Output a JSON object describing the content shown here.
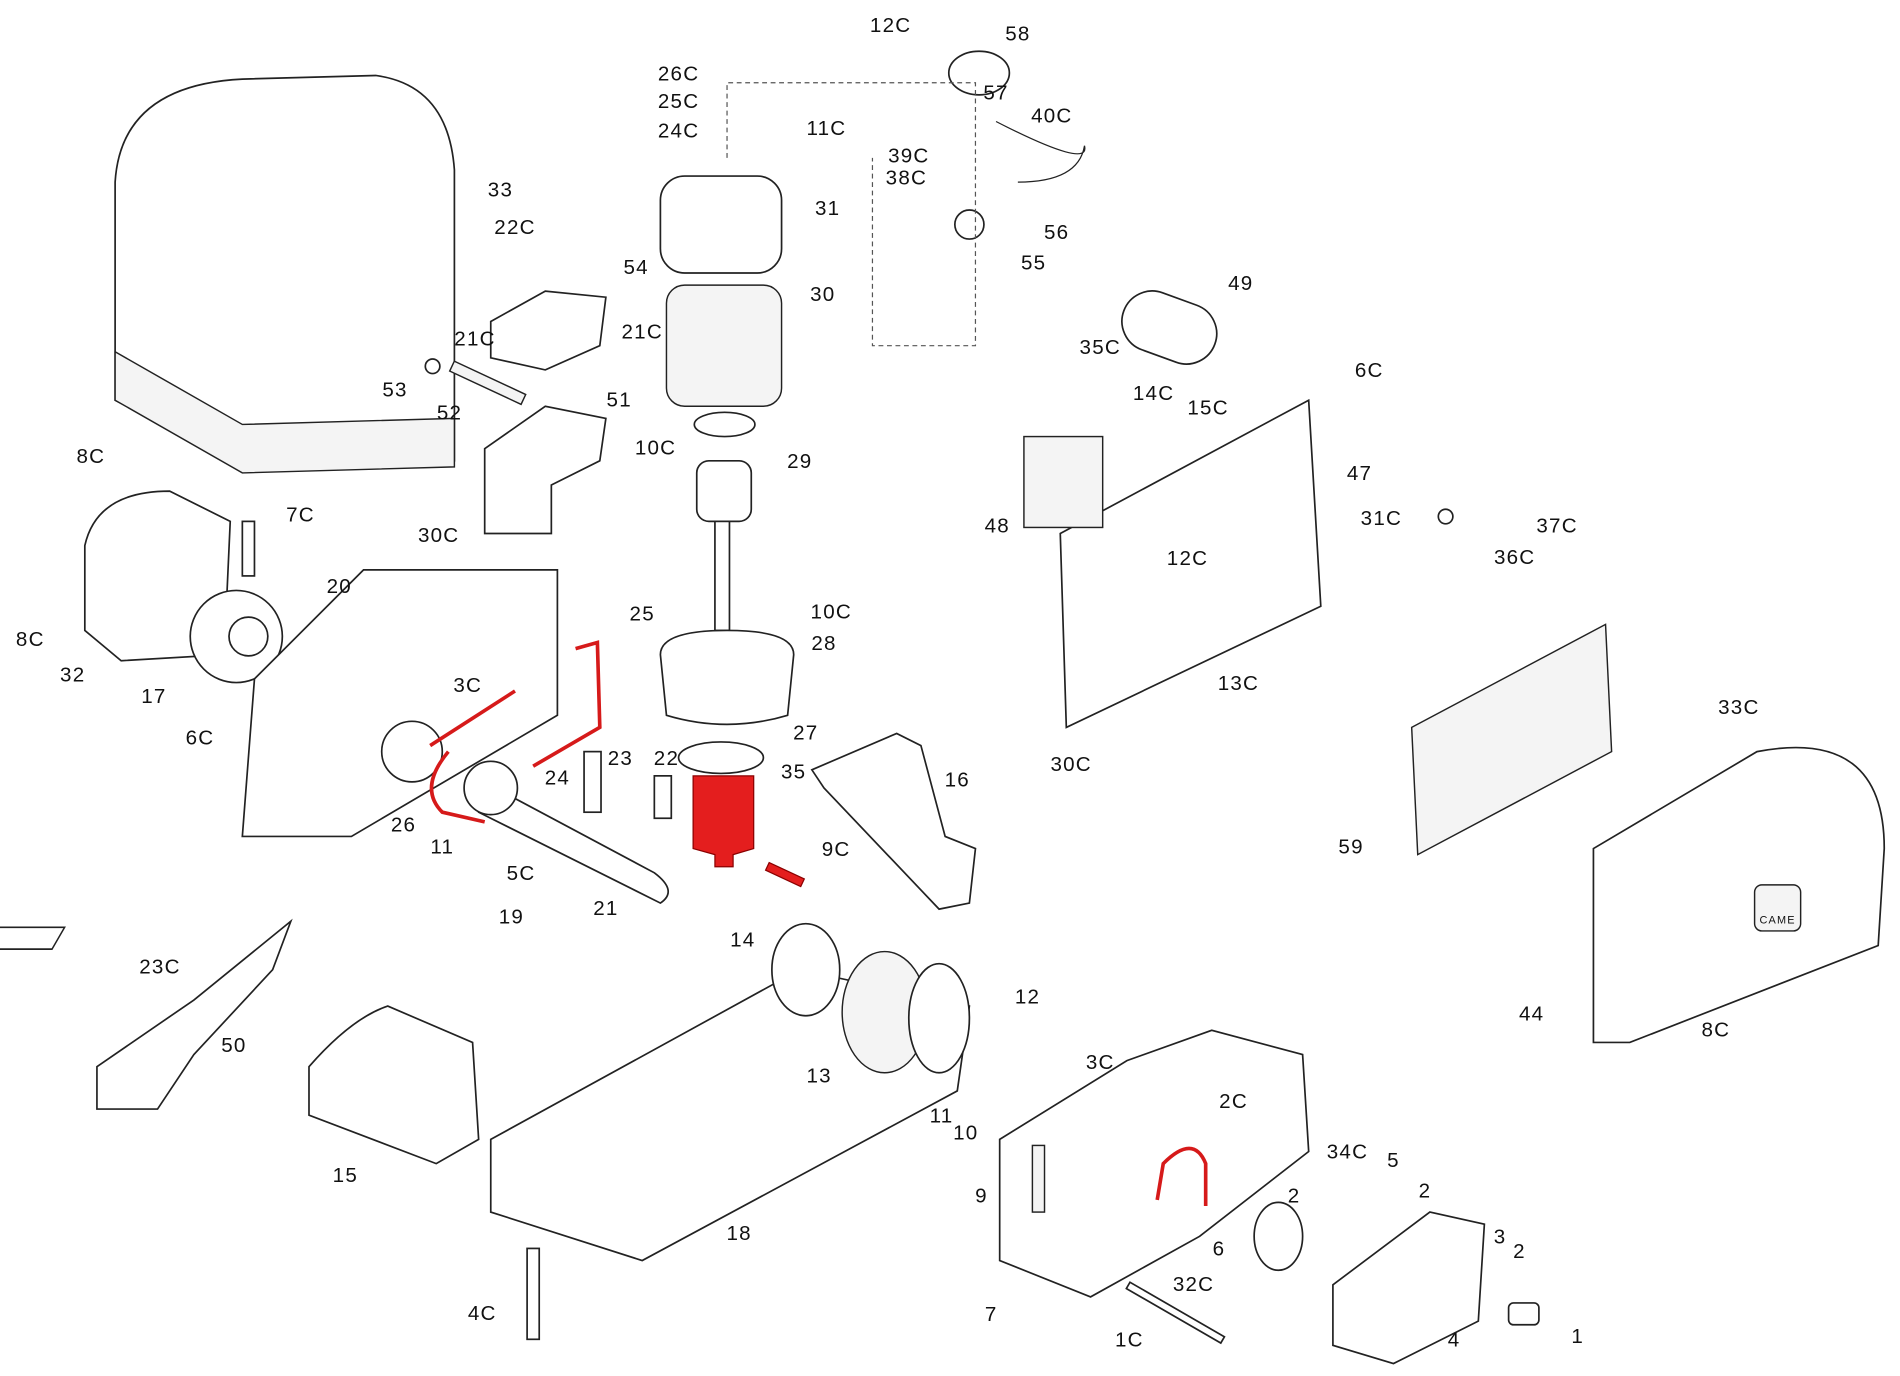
{
  "diagram": {
    "type": "exploded parts diagram",
    "accent_color": "#e41e1e",
    "logo_text": "CAME",
    "labels": [
      "12C",
      "58",
      "26C",
      "25C",
      "24C",
      "11C",
      "57",
      "40C",
      "39C",
      "38C",
      "56",
      "55",
      "31",
      "33",
      "22C",
      "54",
      "30",
      "21C",
      "21C",
      "49",
      "35C",
      "6C",
      "53",
      "52",
      "51",
      "14C",
      "15C",
      "10C",
      "29",
      "8C",
      "47",
      "48",
      "31C",
      "37C",
      "36C",
      "30C",
      "7C",
      "12C",
      "20",
      "25",
      "10C",
      "28",
      "8C",
      "32",
      "3C",
      "17",
      "13C",
      "33C",
      "27",
      "6C",
      "23",
      "22",
      "35",
      "24",
      "16",
      "30C",
      "26",
      "11",
      "9C",
      "59",
      "21",
      "5C",
      "19",
      "14",
      "23C",
      "12",
      "50",
      "44",
      "8C",
      "13",
      "3C",
      "11",
      "10",
      "2C",
      "34C",
      "5",
      "15",
      "9",
      "2",
      "2",
      "3",
      "2",
      "18",
      "6",
      "32C",
      "4C",
      "7",
      "1C",
      "4",
      "1"
    ]
  }
}
